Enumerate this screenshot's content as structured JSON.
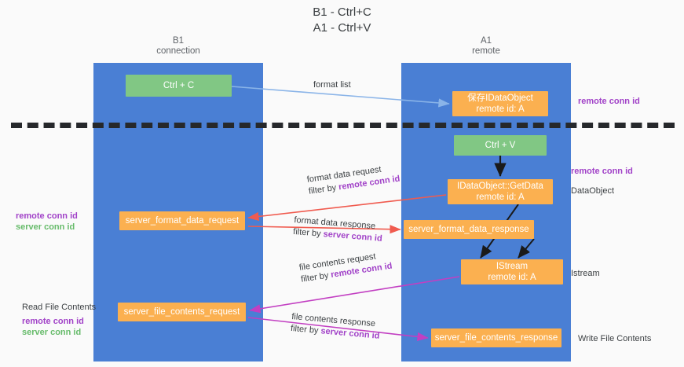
{
  "title": {
    "line1": "B1 - Ctrl+C",
    "line2": "A1 - Ctrl+V"
  },
  "lanes": [
    {
      "name": "B1",
      "sub": "connection",
      "color": "#4a7fd4"
    },
    {
      "name": "A1",
      "sub": "remote",
      "color": "#4a7fd4"
    }
  ],
  "nodes": {
    "ctrl_c": {
      "line1": "Ctrl + C",
      "line2": "",
      "color": "#81c784"
    },
    "idataobject": {
      "line1": "保存IDataObject",
      "line2": "remote id: A",
      "color": "#fbb050"
    },
    "ctrl_v": {
      "line1": "Ctrl + V",
      "line2": "",
      "color": "#81c784"
    },
    "getdata": {
      "line1": "IDataObject::GetData",
      "line2": "remote id: A",
      "color": "#fbb050"
    },
    "sfd_request": {
      "line1": "server_format_data_request",
      "line2": "",
      "color": "#fbb050"
    },
    "sfd_response": {
      "line1": "server_format_data_response",
      "line2": "",
      "color": "#fbb050"
    },
    "istream": {
      "line1": "IStream",
      "line2": "remote id: A",
      "color": "#fbb050"
    },
    "sfc_request": {
      "line1": "server_file_contents_request",
      "line2": "",
      "color": "#fbb050"
    },
    "sfc_response": {
      "line1": "server_file_contents_response",
      "line2": "",
      "color": "#fbb050"
    }
  },
  "edge_labels": {
    "format_list": {
      "line1": "format list",
      "line2": "",
      "key2": ""
    },
    "format_data_req": {
      "line1": "format data request",
      "filter_prefix": "filter by ",
      "key": "remote conn id"
    },
    "format_data_resp": {
      "line1": "format data response",
      "filter_prefix": "filter by ",
      "key": "server conn id"
    },
    "file_contents_req": {
      "line1": "file contents request",
      "filter_prefix": "filter by ",
      "key": "remote conn id"
    },
    "file_contents_resp": {
      "line1": "file contents response",
      "filter_prefix": "filter by ",
      "key": "server conn id"
    }
  },
  "annotations": {
    "remote_conn_id_top": "remote conn id",
    "remote_conn_id_mid": "remote conn id",
    "dataobject": "DataObject",
    "istream": "Istream",
    "write_file_contents": "Write File Contents",
    "read_file_contents": "Read File Contents",
    "left_mid_remote": "remote conn id",
    "left_mid_server": "server conn id",
    "left_bot_remote": "remote conn id",
    "left_bot_server": "server conn id"
  },
  "colors": {
    "lane": "#4a7fd4",
    "green_box": "#81c784",
    "orange_box": "#fbb050",
    "purple_text": "#a142c8",
    "green_text": "#66bb6a",
    "arrow_blue": "#8ab4e8",
    "arrow_red": "#f05b4f",
    "arrow_magenta": "#c23fc2",
    "arrow_dark": "#1a1a1a",
    "divider": "#26282b",
    "background": "#fafafa"
  }
}
